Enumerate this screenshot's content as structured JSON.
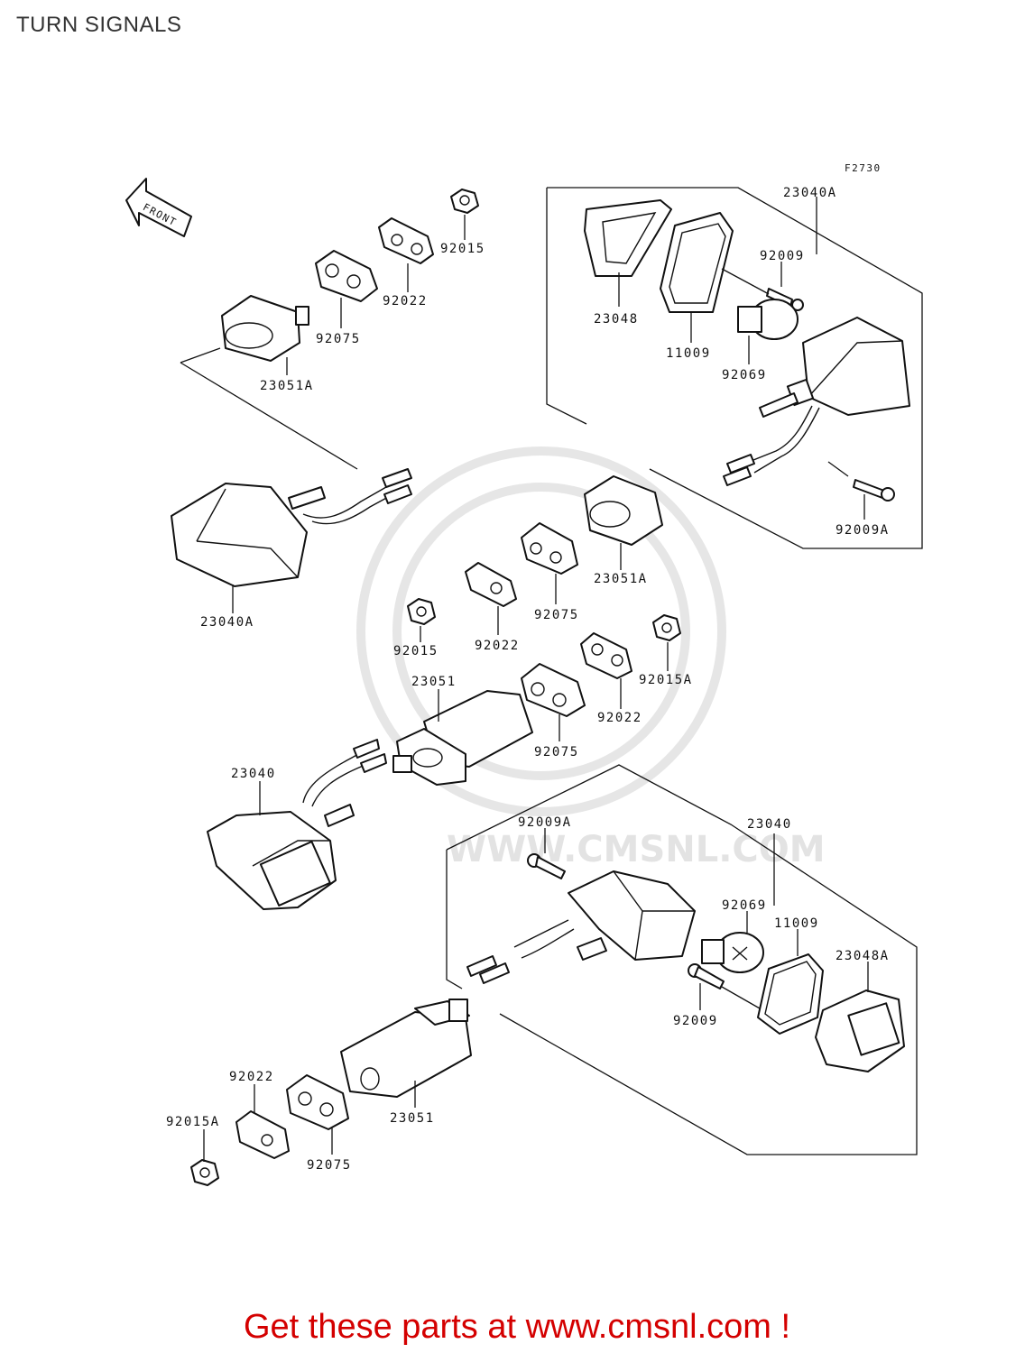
{
  "page": {
    "title": "TURN SIGNALS"
  },
  "diagram": {
    "figure_code": "F2730",
    "front_arrow_label": "FRONT",
    "watermark_text": "WWW.CMSNL.COM",
    "labels": {
      "23040A_top": "23040A",
      "92009_top": "92009",
      "23048": "23048",
      "11009_top": "11009",
      "92069_top": "92069",
      "92009A_right": "92009A",
      "92015_top": "92015",
      "92022_top": "92022",
      "92075_top": "92075",
      "23051A_top": "23051A",
      "23040A_left": "23040A",
      "23051A_mid": "23051A",
      "92075_mid": "92075",
      "92022_mid": "92022",
      "92015_mid": "92015",
      "92015A_mid": "92015A",
      "92022_right": "92022",
      "92075_right": "92075",
      "23051_mid": "23051",
      "23040_left": "23040",
      "92009A_low": "92009A",
      "23040_right": "23040",
      "92069_low": "92069",
      "11009_low": "11009",
      "23048A": "23048A",
      "92009_low": "92009",
      "92022_low": "92022",
      "92015A_low": "92015A",
      "92075_low": "92075",
      "23051_low": "23051"
    }
  },
  "footer": {
    "cta_text": "Get these parts at www.cmsnl.com !",
    "cta_color": "#d40000"
  }
}
